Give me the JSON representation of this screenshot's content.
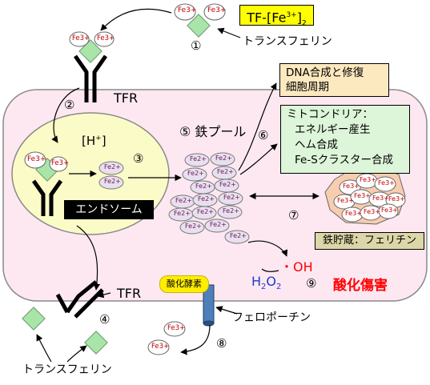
{
  "labels": {
    "tf_complex": "TF-[Fe3+]2",
    "tf_complex_parts": {
      "main": "TF-[Fe",
      "sup": "3+",
      "tail": "]",
      "sub": "2"
    },
    "transferrin_top": "トランスフェリン",
    "transferrin_bottom": "トランスフェリン",
    "tfr_upper": "TFR",
    "tfr_lower": "TFR",
    "h_plus": "[H+]",
    "h_plus_parts": {
      "main": "[H",
      "sup": "+",
      "tail": "]"
    },
    "endosome": "エンドソーム",
    "iron_pool": "⑤ 鉄プール",
    "dna_box": [
      "DNA合成と修復",
      "細胞周期"
    ],
    "mito_box": [
      "ミトコンドリア：",
      "エネルギー産生",
      "ヘム合成",
      "Fe-Sクラスター合成"
    ],
    "ferritin": "鉄貯蔵：フェリチン",
    "hydroxyl": "・OH",
    "h2o2": "H2O2",
    "h2o2_parts": {
      "main": "H",
      "sub1": "2",
      "mid": "O",
      "sub2": "2"
    },
    "oxidative_damage": "酸化傷害",
    "oxidase": "酸化酵素",
    "ferroportin": "フェロポーチン",
    "fe3": "Fe3+",
    "fe2": "Fe2+"
  },
  "steps": {
    "s1": "①",
    "s2": "②",
    "s3": "③",
    "s4": "④",
    "s6": "⑥",
    "s7": "⑦",
    "s8": "⑧",
    "s9": "⑨"
  },
  "colors": {
    "cell_fill": "#fde8f2",
    "endosome_fill": "#fbfbc8",
    "tf_box_fill": "#ffff00",
    "dna_box_fill": "#fde9c0",
    "mito_box_fill": "#ddf5d8",
    "ferritin_box_fill": "#dcd6a8",
    "transferrin_fill": "#a9e5a9",
    "ferritin_cluster_fill": "#f7cdb0",
    "oxidase_fill": "#ffee00",
    "ferroportin_fill": "#4f7fb8",
    "red_text": "#ff0000",
    "blue_text": "#1a3ccc"
  }
}
